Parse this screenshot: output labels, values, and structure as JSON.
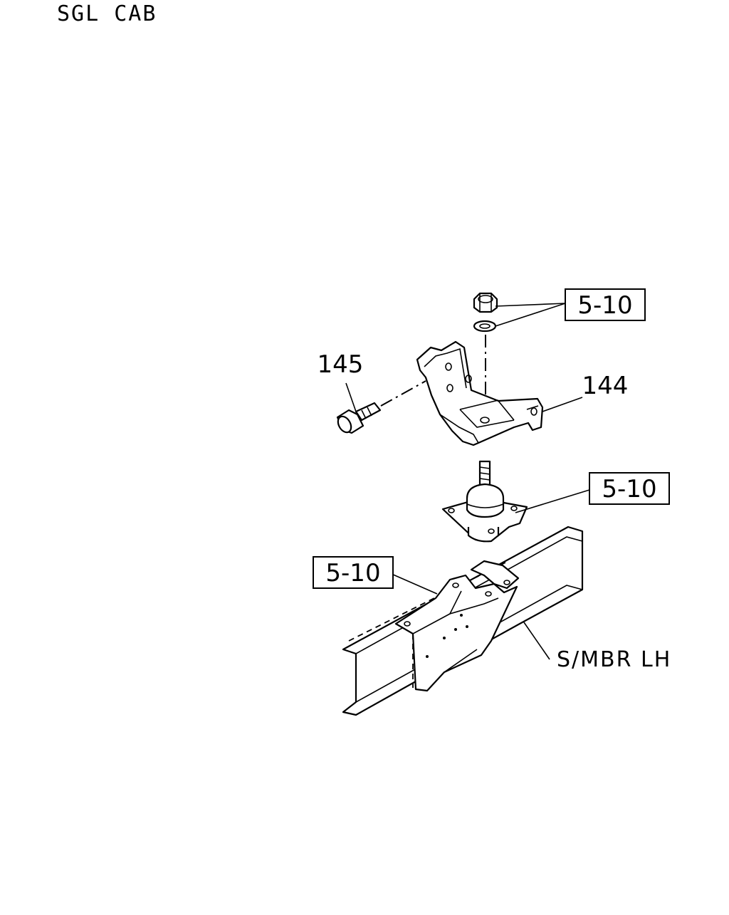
{
  "header": {
    "title": "SGL CAB"
  },
  "callouts": {
    "nut_washer_ref": "5-10",
    "part_144": "144",
    "part_145": "145",
    "mount_ref": "5-10",
    "bracket_ref": "5-10",
    "side_member": "S/MBR LH"
  }
}
